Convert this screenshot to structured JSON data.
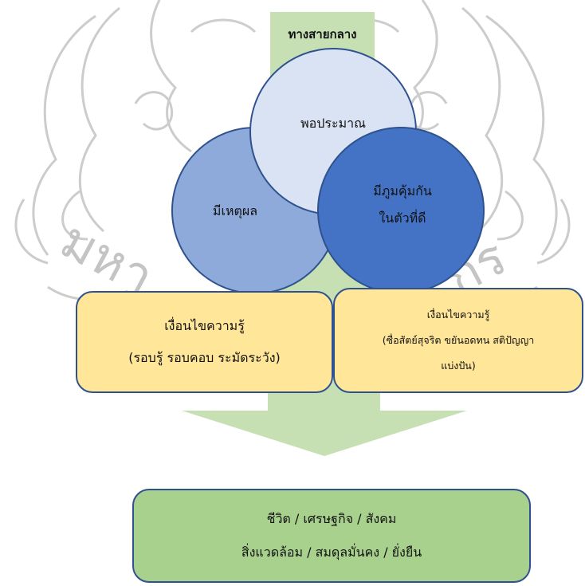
{
  "top_bar": {
    "label": "ทางสายกลาง"
  },
  "circles": {
    "moderation": {
      "label": "พอประมาณ"
    },
    "reasonableness": {
      "label": "มีเหตุผล"
    },
    "immunity": {
      "line1": "มีภูมคุ้มกัน",
      "line2": "ในตัวที่ดี"
    }
  },
  "conditions": {
    "knowledge": {
      "title": "เงื่อนไขความรู้",
      "detail": "(รอบรู้ รอบคอบ ระมัดระวัง)"
    },
    "morality": {
      "title": "เงื่อนไขความรู้",
      "line2": "(ซื่อสัตย์สุจริต ขยันอดทน สติปัญญา",
      "line3": "แบ่งปัน)"
    }
  },
  "outcome": {
    "line1": "ชีวิต / เศรษฐกิจ / สังคม",
    "line2": "สิ่งแวดล้อม / สมดุลมั่นคง / ยั่งยืน"
  },
  "colors": {
    "green_bar": "#c6e0b4",
    "circle_light": "#dae3f3",
    "circle_mid": "#8eaadb",
    "circle_dark": "#4472c4",
    "circle_stroke": "#2f528f",
    "condition_fill": "#ffe699",
    "outcome_fill": "#a9d18e",
    "watermark": "#b8b8b8"
  }
}
